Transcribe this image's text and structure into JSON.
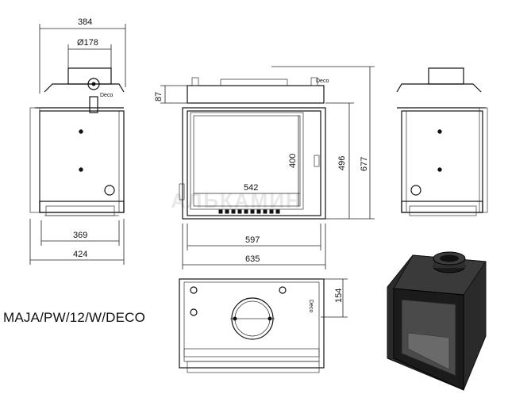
{
  "model_name": "MAJA/PW/12/W/DECO",
  "watermark": "АЛЬКАМИН",
  "brand_tag": "Deco",
  "dimensions": {
    "side_top_width": "384",
    "flue_diameter": "Ø178",
    "side_bottom_inner": "369",
    "side_bottom_outer": "424",
    "front_collar_height": "87",
    "front_glass_height": "400",
    "front_glass_width": "542",
    "front_body_height": "496",
    "front_total_height": "677",
    "front_width_inner": "597",
    "front_width_outer": "635",
    "top_depth": "154"
  }
}
